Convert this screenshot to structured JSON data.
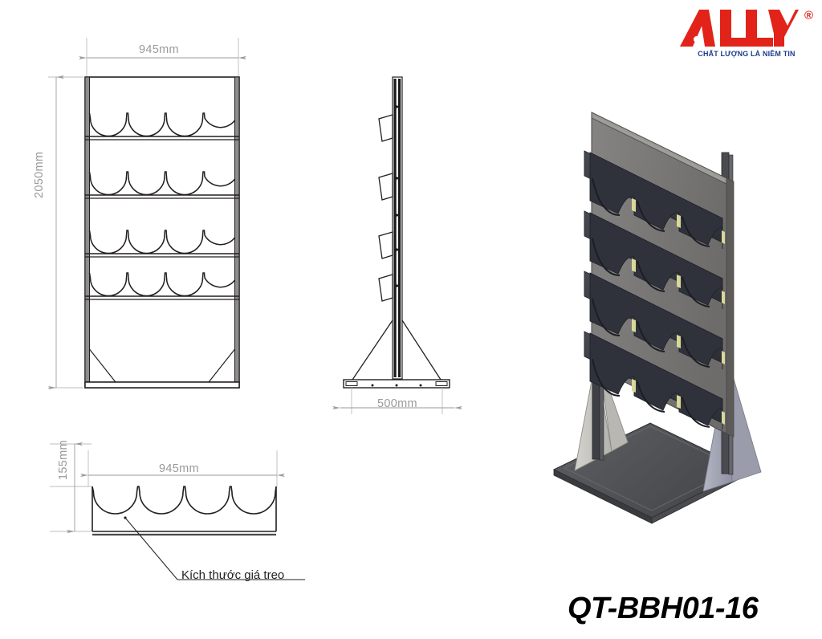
{
  "logo": {
    "wordmark": "ALLY",
    "registered_symbol": "®",
    "tagline": "CHẤT LƯỢNG LÀ NIỀM TIN",
    "brand_red": "#e2231a",
    "brand_blue": "#1b3c8c"
  },
  "product": {
    "code": "QT-BBH01-16"
  },
  "dimensions": {
    "front_width": "945mm",
    "front_height": "2050mm",
    "side_depth": "500mm",
    "detail_width": "945mm",
    "detail_height": "155mm"
  },
  "callout": {
    "label": "Kích thước giá treo"
  },
  "drawing": {
    "line_color": "#231f20",
    "dimension_color": "#9a9a9a",
    "panel_fill": "#7d7b7a",
    "rail_fill": "#3a3d44",
    "base_fill": "#55565a",
    "gusset_light": "#c9c7c2",
    "gusset_blue": "#a8aab8",
    "accent_yellow": "#d8d89a",
    "shelf_tiers": 4,
    "cradles_per_tier": 4
  }
}
